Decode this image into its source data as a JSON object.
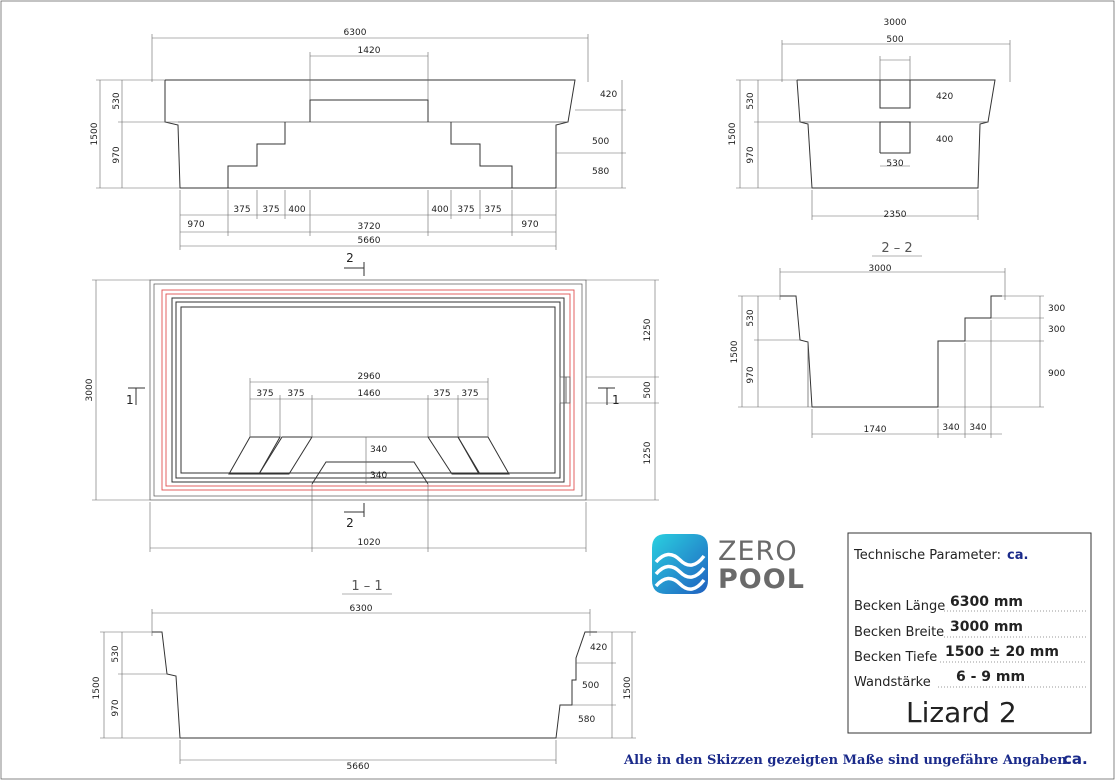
{
  "colors": {
    "accent": "#1a2a8a",
    "logo_gradient": [
      "#2ad0e0",
      "#2060c0"
    ],
    "logo_text": "#6a6a6a",
    "outline_red": "#e05050"
  },
  "icons": {
    "logo": "zero-pool-wave-icon"
  },
  "logo": {
    "line1": "ZERO",
    "line2": "POOL"
  },
  "views": {
    "top": {
      "length": "6300",
      "step_width": "1420",
      "depth_total": "1500",
      "depth_upper": "530",
      "depth_lower": "970",
      "right_420": "420",
      "right_500": "500",
      "right_580": "580",
      "bot_970_l": "970",
      "bot_375_a": "375",
      "bot_375_b": "375",
      "bot_400_l": "400",
      "bot_3720": "3720",
      "bot_400_r": "400",
      "bot_375_c": "375",
      "bot_375_d": "375",
      "bot_970_r": "970",
      "bot_5660": "5660"
    },
    "side": {
      "width": "3000",
      "top_500": "500",
      "depth_total": "1500",
      "depth_upper": "530",
      "depth_lower": "970",
      "r_420": "420",
      "r_400": "400",
      "bot_530": "530",
      "bot_2350": "2350"
    },
    "plan": {
      "width": "3000",
      "upper_1250": "1250",
      "mid_500": "500",
      "lower_1250": "1250",
      "span_2960": "2960",
      "s375_a": "375",
      "s375_b": "375",
      "s1460": "1460",
      "s375_c": "375",
      "s375_d": "375",
      "st_340_a": "340",
      "st_340_b": "340",
      "bottom_1020": "1020",
      "cut_1_left": "1",
      "cut_1_right": "1",
      "cut_2_top": "2",
      "cut_2_bottom": "2"
    },
    "section22": {
      "title": "2 – 2",
      "width": "3000",
      "depth_total": "1500",
      "depth_upper": "530",
      "depth_lower": "970",
      "r_300a": "300",
      "r_300b": "300",
      "r_900": "900",
      "bot_1740": "1740",
      "bot_340a": "340",
      "bot_340b": "340"
    },
    "section11": {
      "title": "1 – 1",
      "length": "6300",
      "depth_total_l": "1500",
      "depth_upper": "530",
      "depth_lower": "970",
      "r_420": "420",
      "r_500": "500",
      "r_580": "580",
      "depth_total_r": "1500",
      "bot_5660": "5660"
    }
  },
  "params": {
    "title": "Technische Parameter:",
    "title_ca": "ca.",
    "rows": [
      {
        "label": "Becken Länge",
        "value": "6300 mm"
      },
      {
        "label": "Becken Breite",
        "value": "3000 mm"
      },
      {
        "label": "Becken Tiefe",
        "value": "1500 ± 20 mm"
      },
      {
        "label": "Wandstärke",
        "value": "6 - 9 mm"
      }
    ],
    "model": "Lizard 2"
  },
  "footer": {
    "note": "Alle in den Skizzen gezeigten Maße sind ungefähre Angaben.",
    "ca": "ca."
  }
}
